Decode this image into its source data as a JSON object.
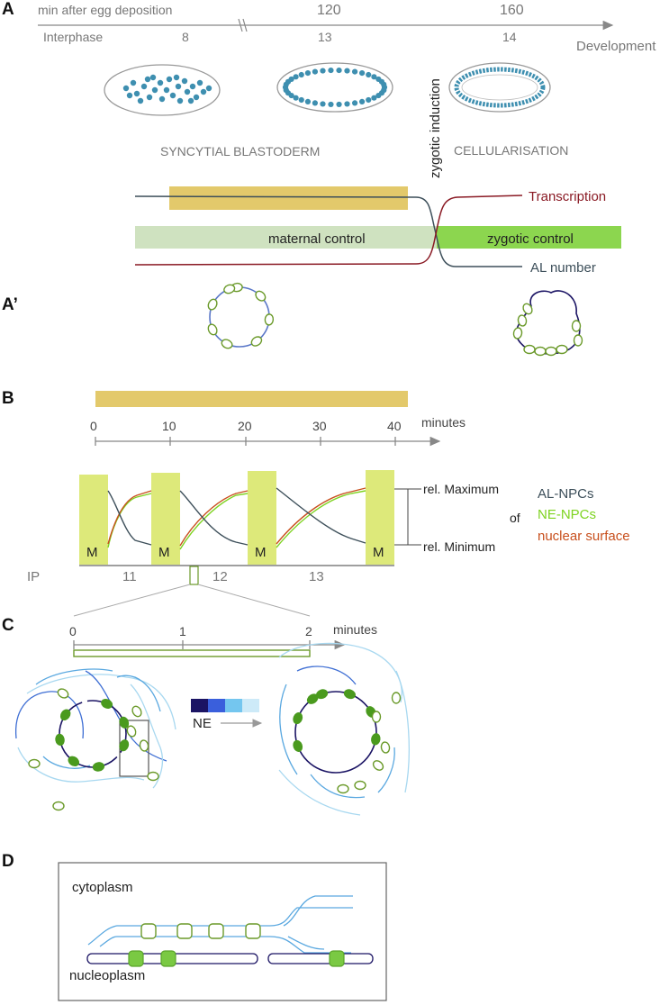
{
  "panelA": {
    "label": "A",
    "timeline_title": "min after egg deposition",
    "times": [
      "120",
      "160"
    ],
    "interphase_label": "Interphase",
    "interphases": [
      "8",
      "13",
      "14"
    ],
    "development_label": "Development",
    "zygotic_induction": "zygotic induction",
    "syncytial": "SYNCYTIAL BLASTODERM",
    "cellularisation": "CELLULARISATION",
    "transcription": "Transcription",
    "maternal_control": "maternal control",
    "zygotic_control": "zygotic control",
    "al_number": "AL number"
  },
  "panelAprime": {
    "label": "A’"
  },
  "panelB": {
    "label": "B",
    "ticks": [
      "0",
      "10",
      "20",
      "30",
      "40"
    ],
    "unit": "minutes",
    "m_label": "M",
    "rel_max": "rel. Maximum",
    "rel_min": "rel. Minimum",
    "of": "of",
    "legend": [
      {
        "text": "AL-NPCs",
        "color": "#3d4f5a"
      },
      {
        "text": "NE-NPCs",
        "color": "#7ed321"
      },
      {
        "text": "nuclear surface",
        "color": "#c8501e"
      }
    ],
    "ip_label": "IP",
    "ip_values": [
      "11",
      "12",
      "13"
    ]
  },
  "panelC": {
    "label": "C",
    "ticks": [
      "0",
      "1",
      "2"
    ],
    "unit": "minutes",
    "ne_label": "NE"
  },
  "panelD": {
    "label": "D",
    "cytoplasm": "cytoplasm",
    "nucleoplasm": "nucleoplasm"
  },
  "colors": {
    "gold": "#e3c96b",
    "maternal": "#cfe2c0",
    "zygotic": "#8cd64f",
    "m_box": "#dde97a",
    "npc_green": "#4a9a1e",
    "npc_outline": "#6b9a2a",
    "transcription": "#8a1a24",
    "al_line": "#3d4f5a",
    "ne_dark": "#1b1464"
  }
}
